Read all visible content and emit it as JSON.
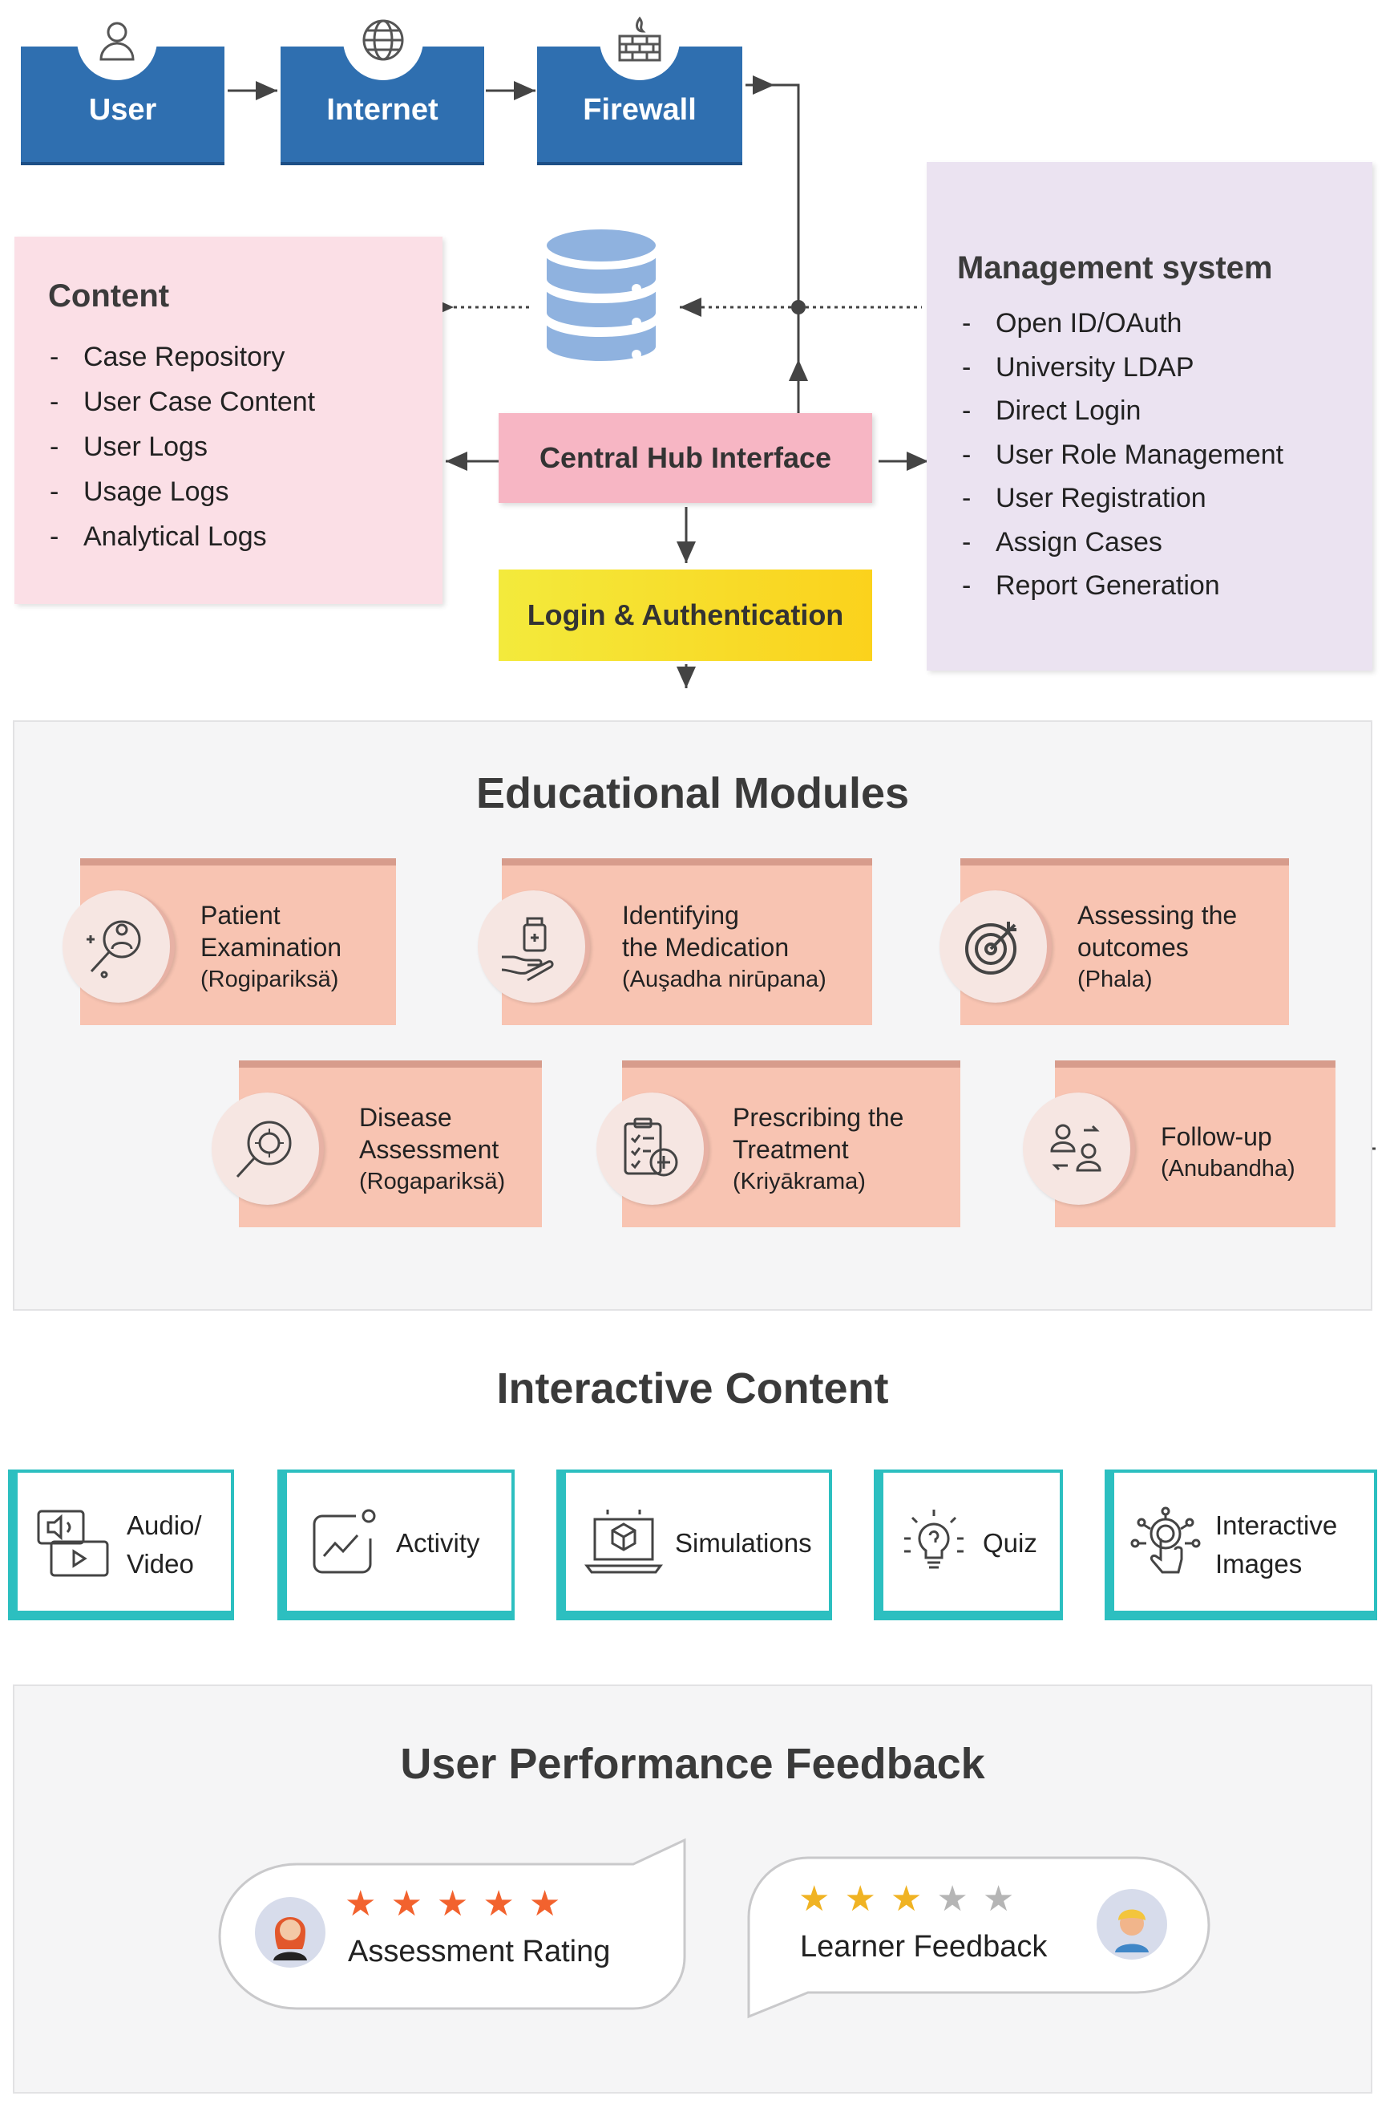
{
  "top_flow": {
    "user": "User",
    "internet": "Internet",
    "firewall": "Firewall"
  },
  "content": {
    "title": "Content",
    "items": [
      "Case Repository",
      "User Case Content",
      "User Logs",
      "Usage Logs",
      "Analytical Logs"
    ]
  },
  "management": {
    "title": "Management system",
    "items": [
      "Open ID/OAuth",
      "University LDAP",
      "Direct Login",
      "User Role Management",
      "User Registration",
      "Assign Cases",
      "Report Generation"
    ]
  },
  "hub": {
    "label": "Central Hub Interface"
  },
  "login": {
    "label": "Login & Authentication"
  },
  "educational": {
    "title": "Educational Modules",
    "modules": [
      {
        "line1": "Patient",
        "line2": "Examination",
        "sub": "(Rogipariksä)",
        "icon": "patient-examination-icon"
      },
      {
        "line1": "Identifying",
        "line2": "the Medication",
        "sub": "(Auşadha nirūpana)",
        "icon": "medication-hand-icon"
      },
      {
        "line1": "Assessing the",
        "line2": "outcomes",
        "sub": "(Phala)",
        "icon": "target-icon"
      },
      {
        "line1": "Disease",
        "line2": "Assessment",
        "sub": "(Rogapariksä)",
        "icon": "virus-magnifier-icon"
      },
      {
        "line1": "Prescribing the",
        "line2": "Treatment",
        "sub": "(Kriyākrama)",
        "icon": "prescription-clipboard-icon"
      },
      {
        "line1": "Follow-up",
        "line2": "(Anubandha)",
        "icon": "follow-up-people-icon"
      }
    ]
  },
  "interactive": {
    "title": "Interactive Content",
    "items": [
      {
        "line1": "Audio/",
        "line2": "Video",
        "icon": "audio-video-icon"
      },
      {
        "line1": "Activity",
        "icon": "activity-chart-icon"
      },
      {
        "line1": "Simulations",
        "icon": "simulation-laptop-icon"
      },
      {
        "line1": "Quiz",
        "icon": "lightbulb-quiz-icon"
      },
      {
        "line1": "Interactive",
        "line2": "Images",
        "icon": "touch-interactive-icon"
      }
    ]
  },
  "feedback": {
    "title": "User Performance Feedback",
    "assessment": {
      "label": "Assessment Rating",
      "stars_filled": 5,
      "stars_total": 5
    },
    "learner": {
      "label": "Learner Feedback",
      "stars_filled": 3,
      "stars_total": 5
    }
  },
  "colors": {
    "blue_box": "#2f6fb0",
    "content_pink": "#fbdfe6",
    "management_lavender": "#ebe3f1",
    "hub_pink": "#f7b6c4",
    "login_yellow": "#f5df2a",
    "module_salmon": "#f8c4b2",
    "teal_border": "#2cbfc0",
    "star_orange": "#f2622e",
    "star_gold": "#f0b323",
    "star_gray": "#b5b5b5"
  }
}
